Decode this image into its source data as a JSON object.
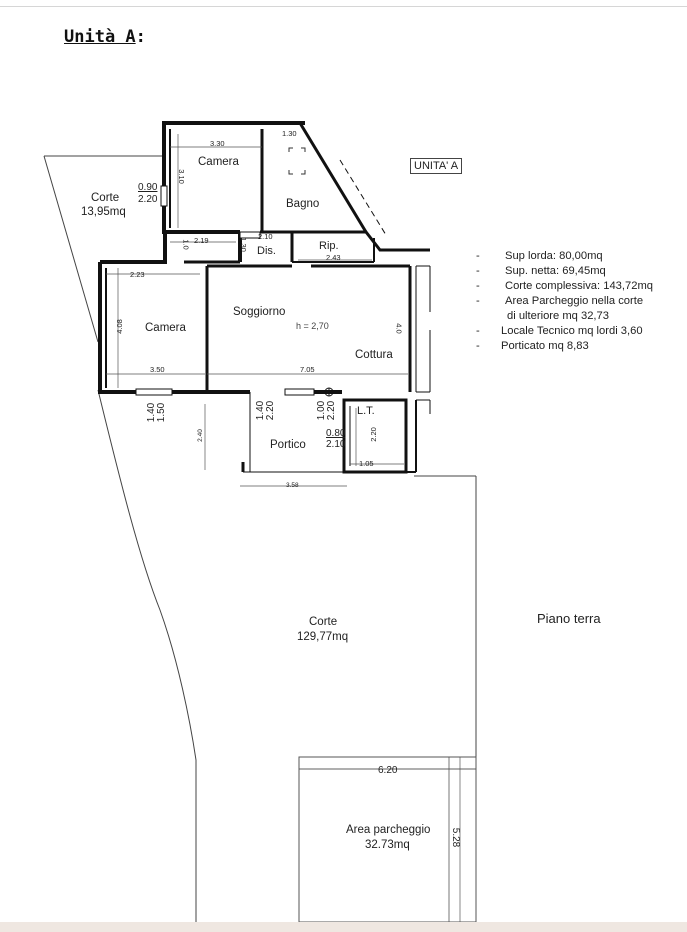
{
  "heading": {
    "label": "Unità A",
    "suffix": ":"
  },
  "plan": {
    "unit_tag": "UNITA' A",
    "floor_label": "Piano terra",
    "rooms": {
      "camera_top": "Camera",
      "bagno": "Bagno",
      "corte_small": "Corte",
      "corte_small_area": "13,95mq",
      "dis": "Dis.",
      "rip": "Rip.",
      "camera_left": "Camera",
      "soggiorno": "Soggiorno",
      "height": "h = 2,70",
      "cottura": "Cottura",
      "lt": "L.T.",
      "portico": "Portico",
      "corte_big": "Corte",
      "corte_big_area": "129,77mq",
      "parcheggio": "Area parcheggio",
      "parcheggio_area": "32.73mq"
    },
    "dimensions": {
      "d330": "3.30",
      "d310": "3.10",
      "d130": "1.30",
      "win_090": "0.90",
      "win_220a": "2.20",
      "d219": "2.19",
      "d10": "1.0",
      "d130b": "1.30",
      "d210": "2.10",
      "d243": "2.43",
      "d223": "2.23",
      "d408": "4.08",
      "d350": "3.50",
      "d705": "7.05",
      "d40": "4.0",
      "w140": "1.40",
      "w150": "1.50",
      "w140b": "1.40",
      "w220b": "2.20",
      "w100": "1.00",
      "w220c": "2.20",
      "d240": "2.40",
      "d220": "2.20",
      "w080": "0.80",
      "w210": "2.10",
      "d105": "1.05",
      "d358": "3.58",
      "d620": "6.20",
      "d528": "5.28"
    }
  },
  "legend": {
    "items": [
      "Sup lorda:  80,00mq",
      "Sup. netta: 69,45mq",
      "Corte complessiva: 143,72mq",
      "Area Parcheggio nella corte",
      "di ulteriore mq 32,73",
      "Locale Tecnico mq lordi 3,60",
      "Porticato mq 8,83"
    ]
  }
}
